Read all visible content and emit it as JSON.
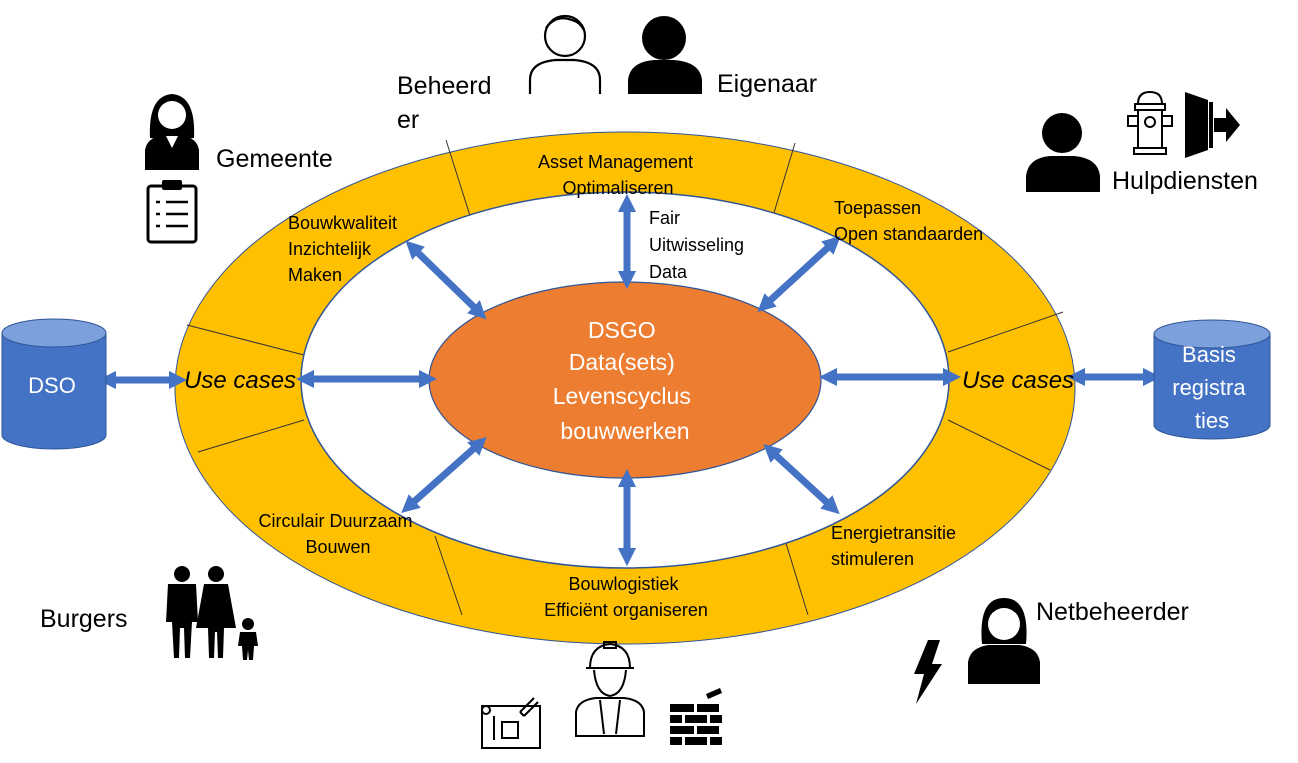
{
  "diagram": {
    "core": {
      "lines": [
        "DSGO",
        "Data(sets)",
        "Levenscyclus",
        "bouwwerken"
      ]
    },
    "ring_labels": [
      {
        "id": "asset",
        "lines": [
          "Asset Management",
          "Optimaliseren"
        ]
      },
      {
        "id": "bouwkwaliteit",
        "lines": [
          "Bouwkwaliteit",
          "Inzichtelijk",
          "Maken"
        ]
      },
      {
        "id": "toepassen",
        "lines": [
          "Toepassen",
          "Open standaarden"
        ]
      },
      {
        "id": "circulair",
        "lines": [
          "Circulair Duurzaam",
          "Bouwen"
        ]
      },
      {
        "id": "bouwlogistiek",
        "lines": [
          "Bouwlogistiek",
          "Efficiënt organiseren"
        ]
      },
      {
        "id": "energie",
        "lines": [
          "Energietransitie",
          "stimuleren"
        ]
      }
    ],
    "use_cases": [
      "Use cases",
      "Use cases"
    ],
    "fair": {
      "lines": [
        "Fair",
        "Uitwisseling",
        "Data"
      ]
    },
    "databases": {
      "dso": {
        "lines": [
          "DSO"
        ]
      },
      "basis": {
        "lines": [
          "Basis",
          "registra",
          "ties"
        ]
      }
    },
    "roles": {
      "beheerder": {
        "lines": [
          "Beheerd",
          "er"
        ]
      },
      "eigenaar": "Eigenaar",
      "gemeente": "Gemeente",
      "hulpdiensten": "Hulpdiensten",
      "burgers": "Burgers",
      "netbeheerder": "Netbeheerder"
    },
    "colors": {
      "ring": "#FFC000",
      "core": "#ED7D31",
      "arrow": "#4472C4",
      "database": "#4472C4",
      "outline": "#2F5597"
    }
  }
}
